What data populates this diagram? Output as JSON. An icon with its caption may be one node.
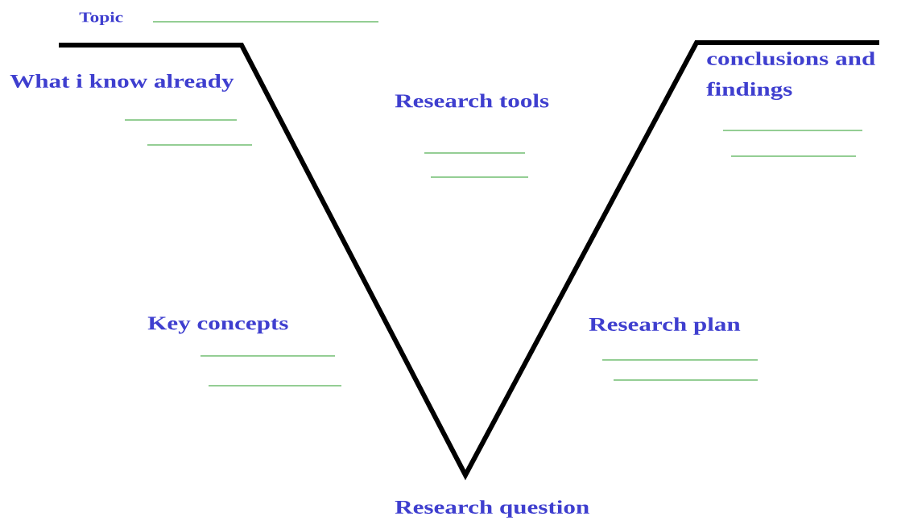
{
  "diagram": {
    "labels": [
      "Topic",
      "What i know already",
      "Research tools",
      "conclusions and findings",
      "Key concepts",
      "Research plan",
      "Research question"
    ]
  }
}
